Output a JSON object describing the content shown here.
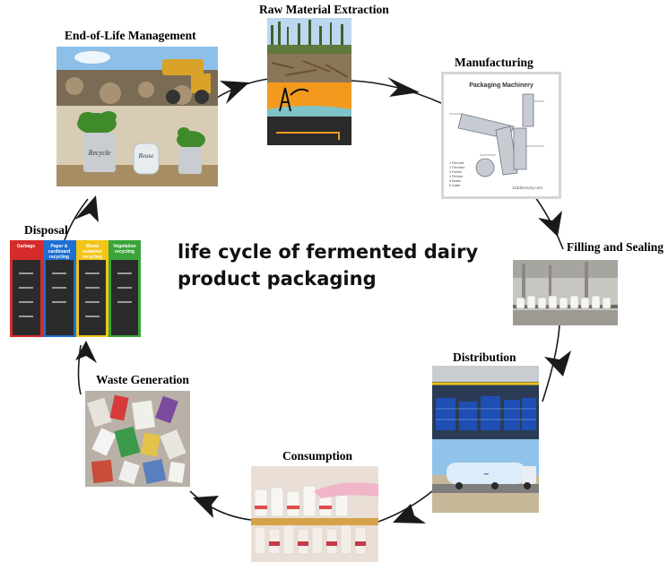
{
  "diagram": {
    "title_line1": "life cycle of fermented dairy",
    "title_line2": "product packaging",
    "stages": {
      "raw_material": "Raw Material Extraction",
      "manufacturing": "Manufacturing",
      "filling": "Filling and Sealing",
      "distribution": "Distribution",
      "consumption": "Consumption",
      "waste": "Waste Generation",
      "disposal": "Disposal",
      "end_of_life": "End-of-Life Management"
    },
    "machinery_caption": "Packaging Machinery",
    "machinery_credit": "123directory.com",
    "jar_labels": [
      "Recycle",
      "Reuse"
    ],
    "bins": [
      "Garbage",
      "Paper & cardboard recycling",
      "Mixed container recycling",
      "Vegetation recycling"
    ],
    "colors": {
      "arrow": "#1a1a1a",
      "bin_garbage": "#d62b2b",
      "bin_paper": "#1f6fd1",
      "bin_mixed": "#f2c516",
      "bin_vegetation": "#3aa53a"
    }
  }
}
